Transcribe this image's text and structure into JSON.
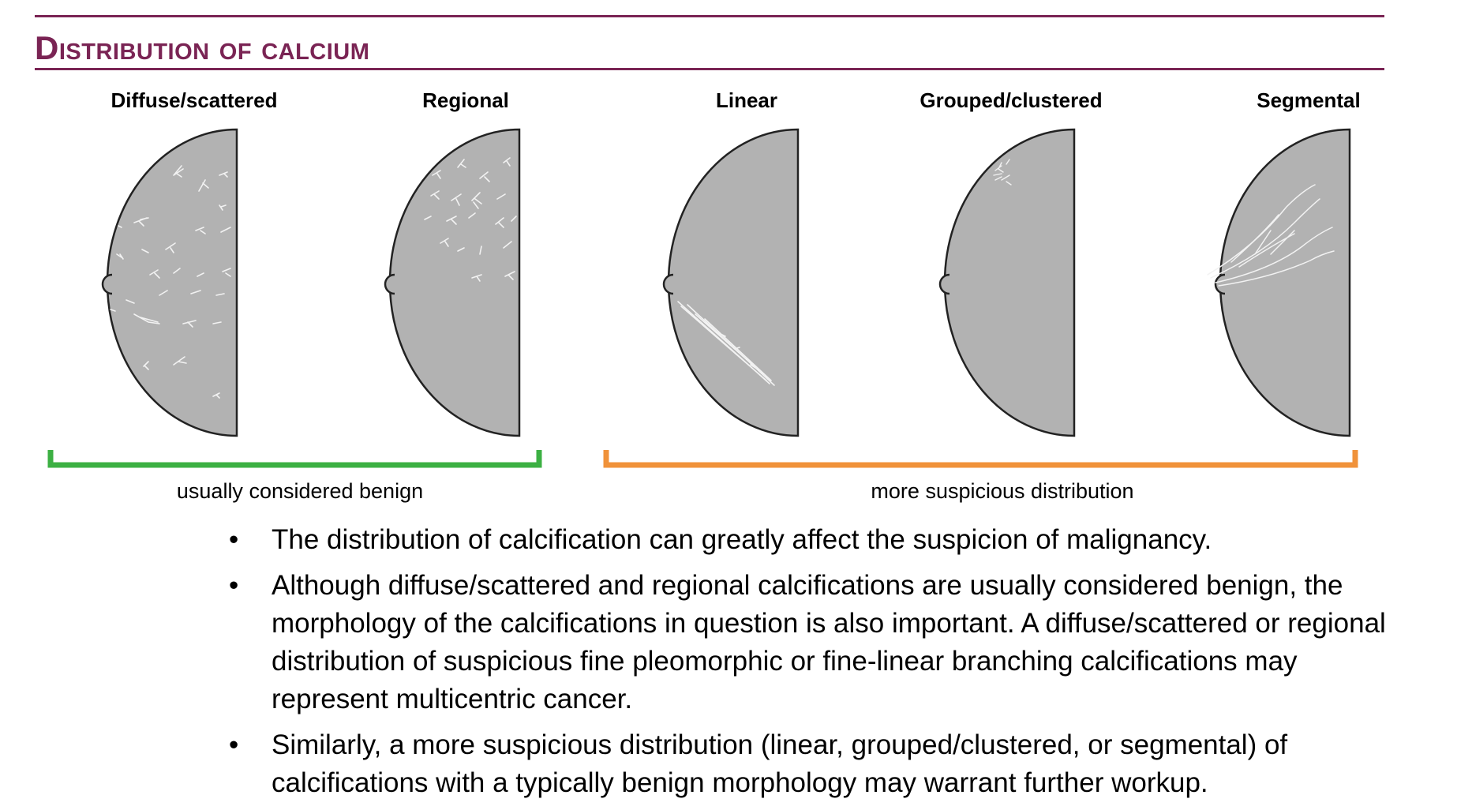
{
  "header": {
    "title": "Distribution of calcium",
    "rule_color": "#7a2454"
  },
  "figure": {
    "panels": [
      {
        "label": "Diffuse/scattered",
        "pattern": "diffuse"
      },
      {
        "label": "Regional",
        "pattern": "regional"
      },
      {
        "label": "Linear",
        "pattern": "linear"
      },
      {
        "label": "Grouped/clustered",
        "pattern": "grouped"
      },
      {
        "label": "Segmental",
        "pattern": "segmental"
      }
    ],
    "brackets": [
      {
        "label": "usually considered benign",
        "color": "#3cb043"
      },
      {
        "label": "more suspicious distribution",
        "color": "#f0923a"
      }
    ],
    "shape_fill": "#b2b2b2"
  },
  "bullets": [
    "The distribution of calcification can greatly affect the suspicion of malignancy.",
    "Although diffuse/scattered and regional calcifications are usually considered benign, the morphology of the calcifications in question is also important. A diffuse/scattered or regional distribution of suspicious fine pleomorphic or fine-linear branching calcifications may represent multicentric cancer.",
    "Similarly, a more suspicious distribution (linear, grouped/clustered, or segmental) of calcifications with a typically benign morphology may warrant further workup."
  ]
}
